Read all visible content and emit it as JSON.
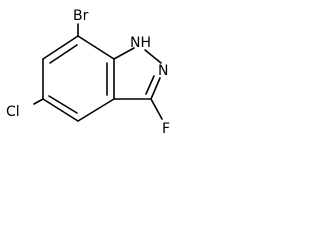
{
  "molecule": {
    "atoms": {
      "br": "Br",
      "nh": "NH",
      "n": "N",
      "f": "F",
      "cl": "Cl"
    },
    "colors": {
      "bond": "#000000",
      "label": "#000000",
      "background": "#ffffff"
    }
  }
}
